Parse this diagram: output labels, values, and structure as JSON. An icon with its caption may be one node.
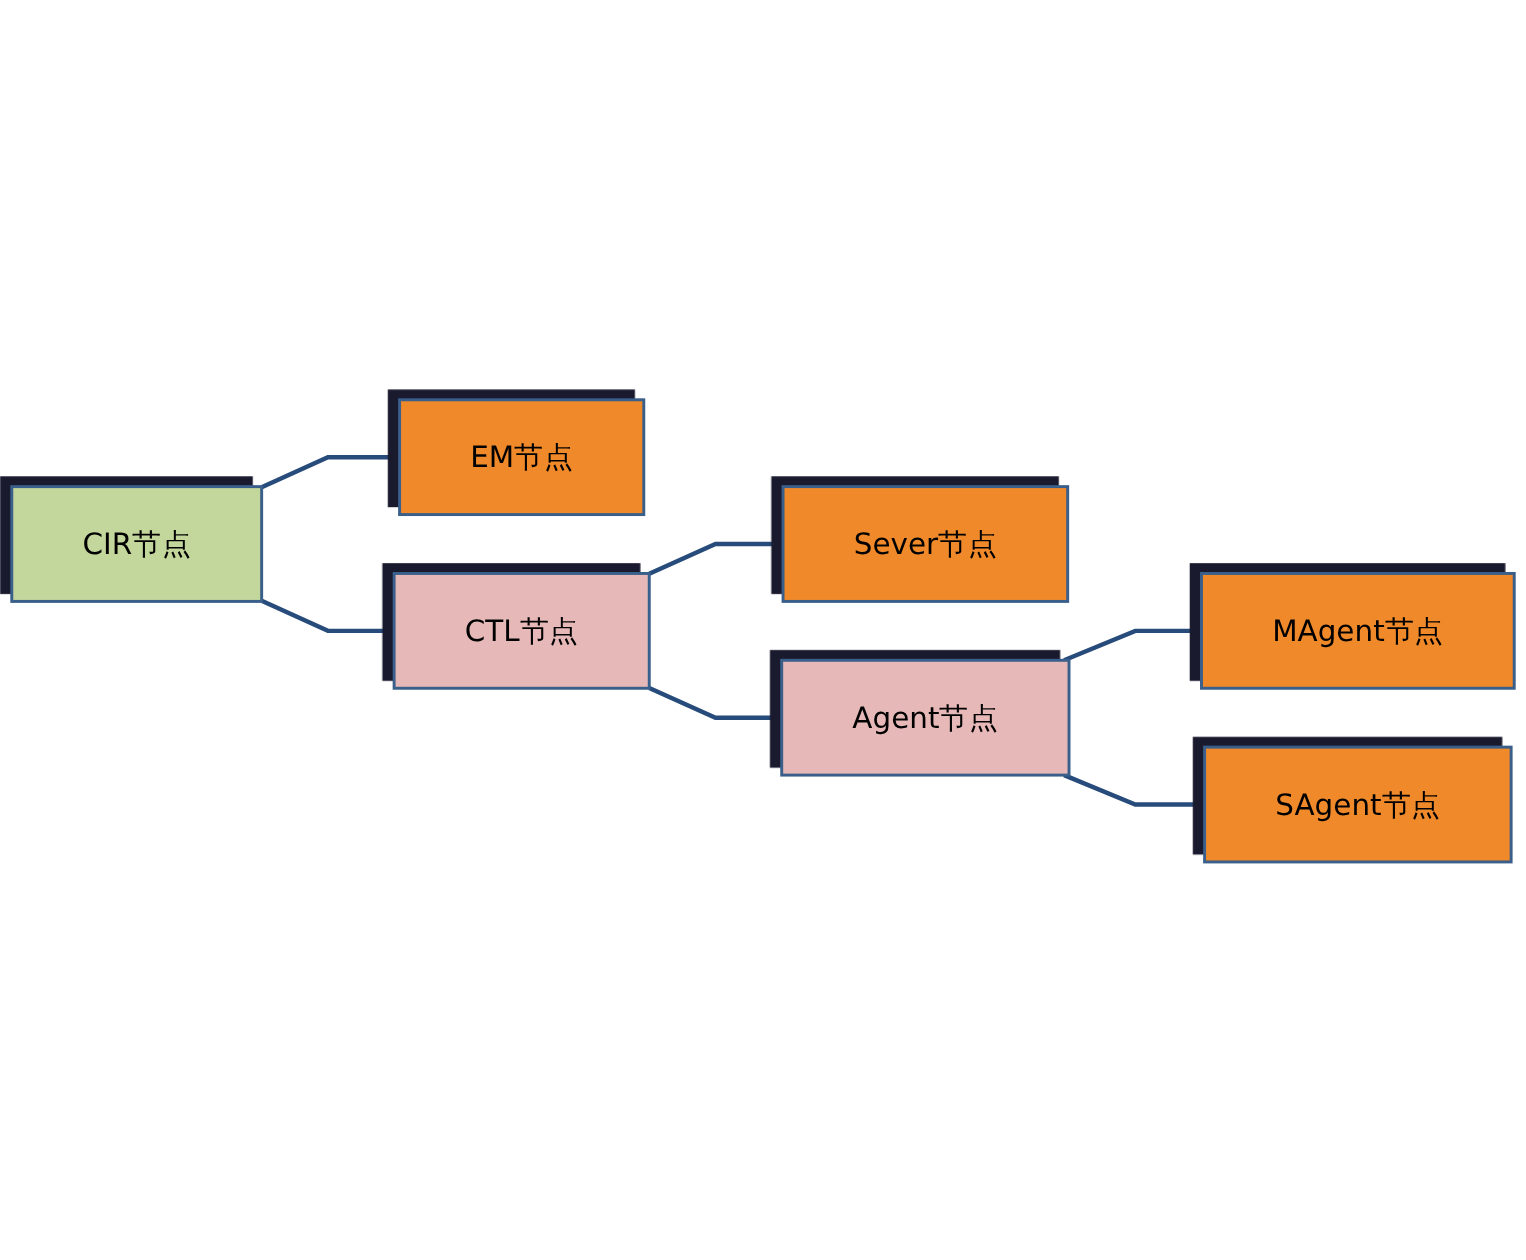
{
  "diagram": {
    "nodes": [
      {
        "text": [
          "CIR节点"
        ]
      },
      {
        "text": [
          "EM节点"
        ]
      },
      {
        "text": [
          "CTL节点"
        ]
      },
      {
        "text": [
          "Sever节点"
        ]
      },
      {
        "text": [
          "Agent节点"
        ]
      },
      {
        "text": [
          "MAgent节点"
        ]
      },
      {
        "text": [
          "SAgent节点"
        ]
      }
    ],
    "edges": [
      {
        "from": 0,
        "to": 1,
        "arrow": "none"
      },
      {
        "from": 0,
        "to": 2,
        "arrow": "none"
      },
      {
        "from": 2,
        "to": 3,
        "arrow": "none"
      },
      {
        "from": 2,
        "to": 4,
        "arrow": "none"
      },
      {
        "from": 4,
        "to": 5,
        "arrow": "none"
      },
      {
        "from": 4,
        "to": 6,
        "arrow": "none"
      }
    ]
  }
}
